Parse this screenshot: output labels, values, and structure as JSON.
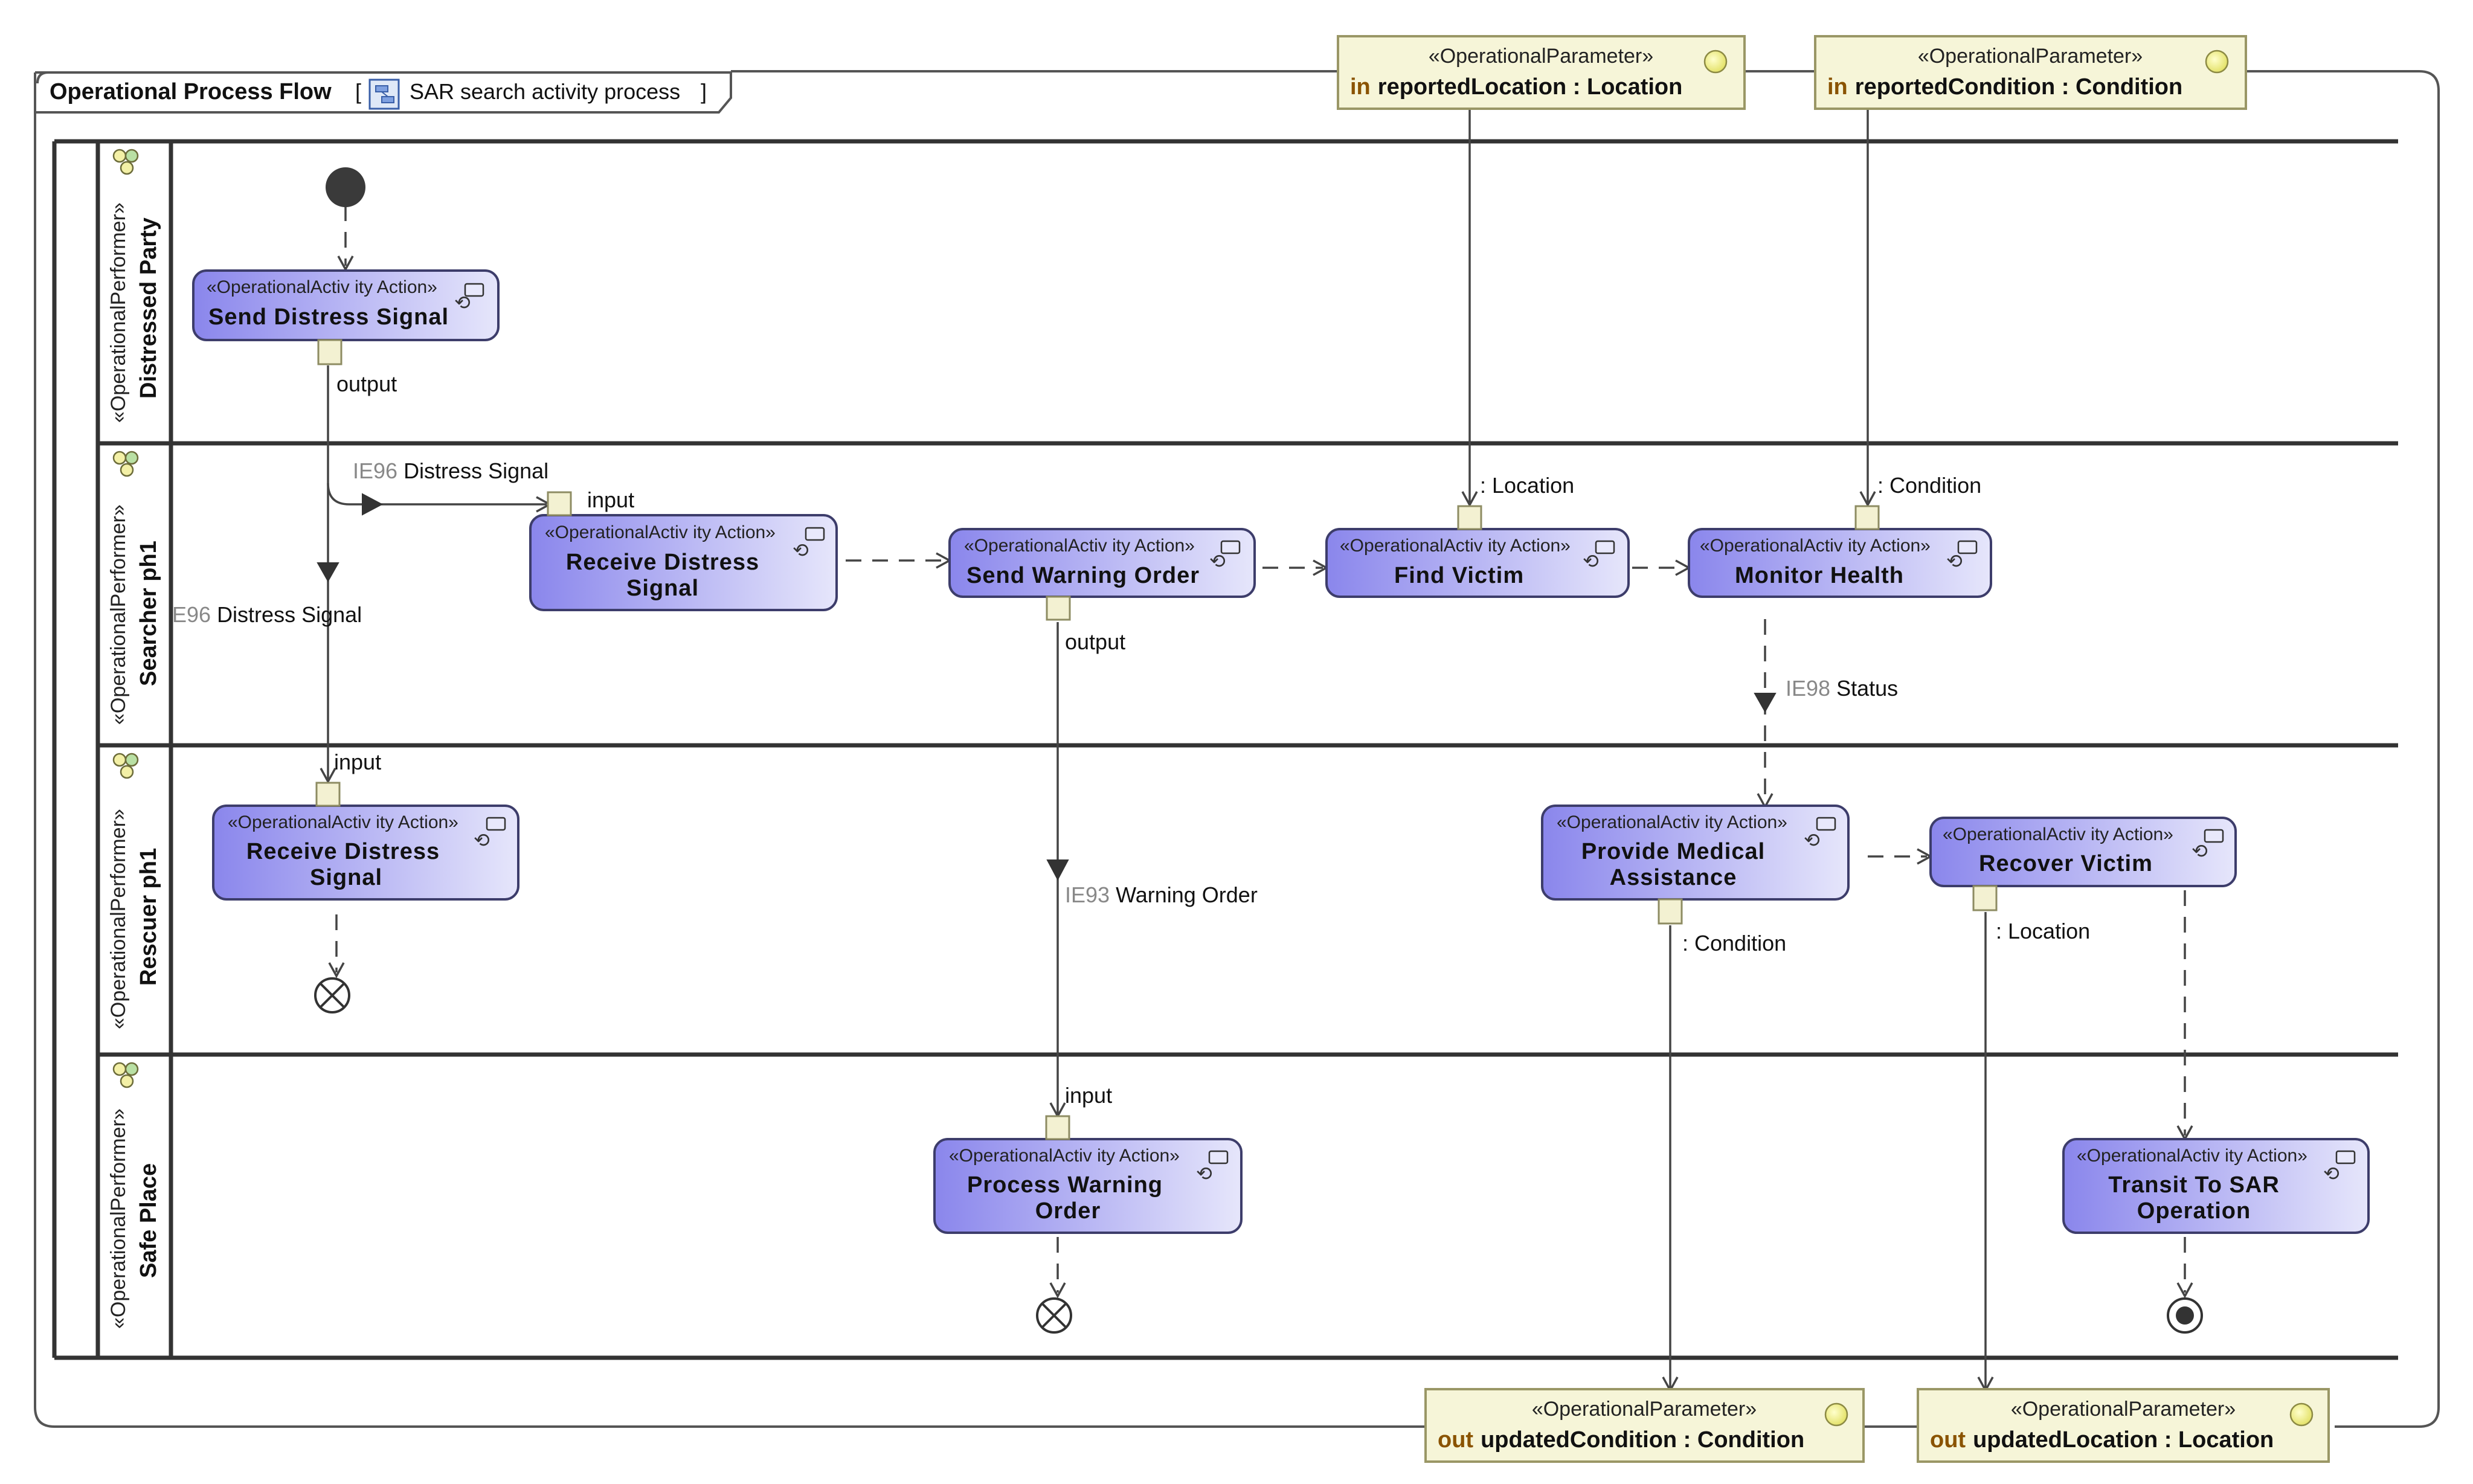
{
  "frame": {
    "title": "Operational Process Flow",
    "open_bracket": "[",
    "subtitle": "SAR search activity process",
    "close_bracket": "]"
  },
  "lanes": [
    {
      "stereotype": "«OperationalPerformer»",
      "name": "Distressed Party"
    },
    {
      "stereotype": "«OperationalPerformer»",
      "name": "Searcher ph1"
    },
    {
      "stereotype": "«OperationalPerformer»",
      "name": "Rescuer ph1"
    },
    {
      "stereotype": "«OperationalPerformer»",
      "name": "Safe Place"
    }
  ],
  "parameters": {
    "reported_location": {
      "stereotype": "«OperationalParameter»",
      "direction": "in",
      "name": "reportedLocation : Location"
    },
    "reported_condition": {
      "stereotype": "«OperationalParameter»",
      "direction": "in",
      "name": "reportedCondition : Condition"
    },
    "updated_condition": {
      "stereotype": "«OperationalParameter»",
      "direction": "out",
      "name": "updatedCondition : Condition"
    },
    "updated_location": {
      "stereotype": "«OperationalParameter»",
      "direction": "out",
      "name": "updatedLocation : Location"
    }
  },
  "actions": {
    "send_distress_signal": {
      "stereotype": "«OperationalActiv ity Action»",
      "name_lines": [
        "Send Distress Signal"
      ]
    },
    "receive_distress_signal_searcher": {
      "stereotype": "«OperationalActiv ity Action»",
      "name_lines": [
        "Receive Distress",
        "Signal"
      ]
    },
    "send_warning_order": {
      "stereotype": "«OperationalActiv ity Action»",
      "name_lines": [
        "Send Warning Order"
      ]
    },
    "find_victim": {
      "stereotype": "«OperationalActiv ity Action»",
      "name_lines": [
        "Find Victim"
      ]
    },
    "monitor_health": {
      "stereotype": "«OperationalActiv ity Action»",
      "name_lines": [
        "Monitor Health"
      ]
    },
    "receive_distress_signal_rescuer": {
      "stereotype": "«OperationalActiv ity Action»",
      "name_lines": [
        "Receive Distress",
        "Signal"
      ]
    },
    "provide_medical_assistance": {
      "stereotype": "«OperationalActiv ity Action»",
      "name_lines": [
        "Provide Medical",
        "Assistance"
      ]
    },
    "recover_victim": {
      "stereotype": "«OperationalActiv ity Action»",
      "name_lines": [
        "Recover Victim"
      ]
    },
    "process_warning_order": {
      "stereotype": "«OperationalActiv ity Action»",
      "name_lines": [
        "Process Warning",
        "Order"
      ]
    },
    "transit_to_sar_operation": {
      "stereotype": "«OperationalActiv ity Action»",
      "name_lines": [
        "Transit To SAR",
        "Operation"
      ]
    }
  },
  "pin_labels": {
    "send_distress_output": "output",
    "receive_searcher_input": "input",
    "find_victim_location": ": Location",
    "monitor_health_condition": ": Condition",
    "send_warning_output": "output",
    "receive_rescuer_input": "input",
    "provide_medical_condition": ": Condition",
    "recover_victim_location": ": Location",
    "process_warning_input": "input"
  },
  "flow_labels": {
    "ie96_horizontal": {
      "id": "IE96",
      "name": "Distress Signal"
    },
    "ie96_vertical": {
      "id": "E96",
      "name": "Distress Signal"
    },
    "ie98": {
      "id": "IE98",
      "name": "Status"
    },
    "ie93": {
      "id": "IE93",
      "name": "Warning Order"
    }
  },
  "colors": {
    "action_gradient_dark": "#8a86ec",
    "action_gradient_light": "#e6e6fb",
    "parameter_fill": "#f6f5d8",
    "pin_fill": "#f3f1d2",
    "parameter_keyword": "#8a5300"
  }
}
